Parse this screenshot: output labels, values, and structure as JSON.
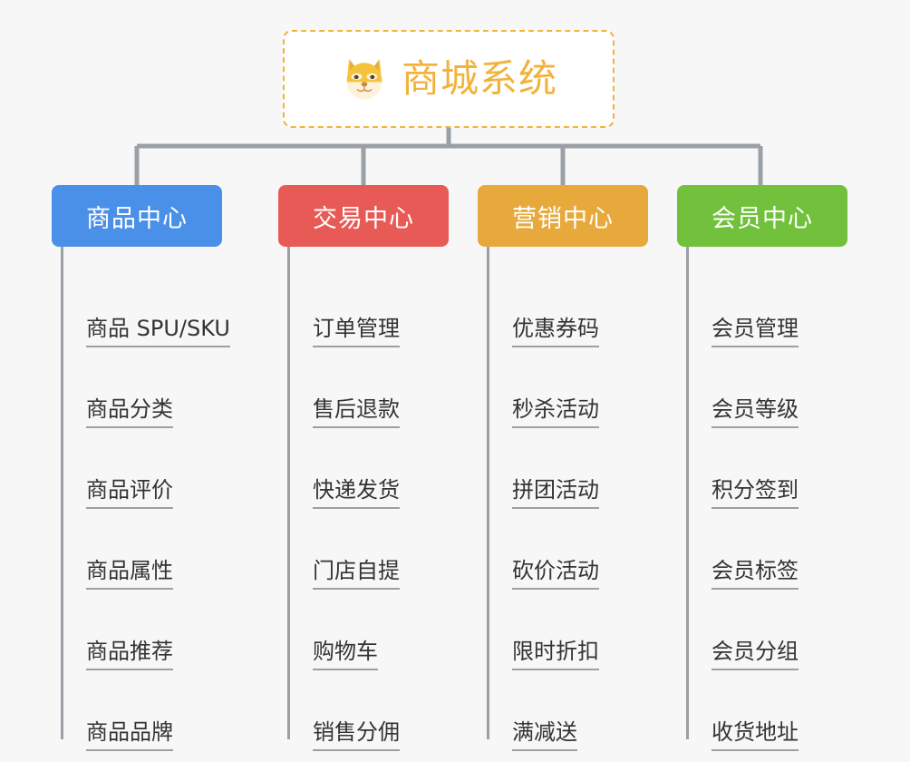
{
  "diagram": {
    "type": "mindmap-tree",
    "background_color": "#f7f7f7",
    "root": {
      "title": "商城系统",
      "logo_icon": "shiba-dog-face-icon",
      "border_color": "#f2b33d",
      "text_color": "#f2b33d",
      "background_color": "#ffffff"
    },
    "connector_color": "#9aa0a6",
    "branches": [
      {
        "label": "商品中心",
        "color": "#4a90e8",
        "children": [
          "商品 SPU/SKU",
          "商品分类",
          "商品评价",
          "商品属性",
          "商品推荐",
          "商品品牌"
        ]
      },
      {
        "label": "交易中心",
        "color": "#e85a55",
        "children": [
          "订单管理",
          "售后退款",
          "快递发货",
          "门店自提",
          "购物车",
          "销售分佣"
        ]
      },
      {
        "label": "营销中心",
        "color": "#e8a93c",
        "children": [
          "优惠券码",
          "秒杀活动",
          "拼团活动",
          "砍价活动",
          "限时折扣",
          "满减送"
        ]
      },
      {
        "label": "会员中心",
        "color": "#72c13c",
        "children": [
          "会员管理",
          "会员等级",
          "积分签到",
          "会员标签",
          "会员分组",
          "收货地址"
        ]
      }
    ]
  }
}
